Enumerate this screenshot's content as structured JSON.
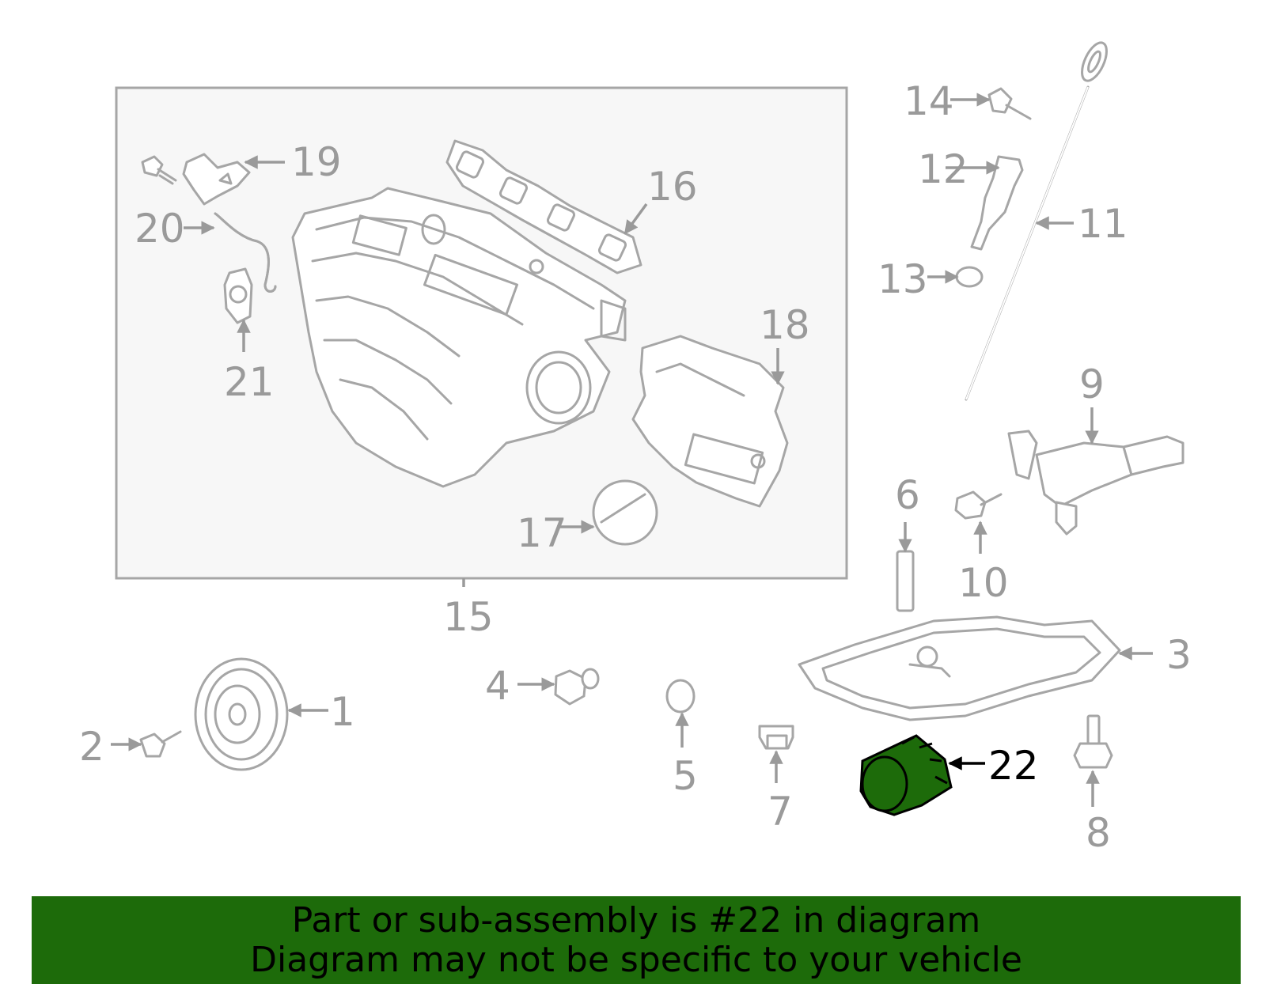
{
  "diagram": {
    "highlighted_part": "22",
    "highlight_color": "#1d6b0a",
    "part_color": "#a6a6a6",
    "callouts": [
      "1",
      "2",
      "3",
      "4",
      "5",
      "6",
      "7",
      "8",
      "9",
      "10",
      "11",
      "12",
      "13",
      "14",
      "15",
      "16",
      "17",
      "18",
      "19",
      "20",
      "21",
      "22"
    ]
  },
  "banner": {
    "line1": "Part or sub-assembly is #22 in diagram",
    "line2": "Diagram may not be specific to your vehicle",
    "background": "#1d6b0a"
  }
}
